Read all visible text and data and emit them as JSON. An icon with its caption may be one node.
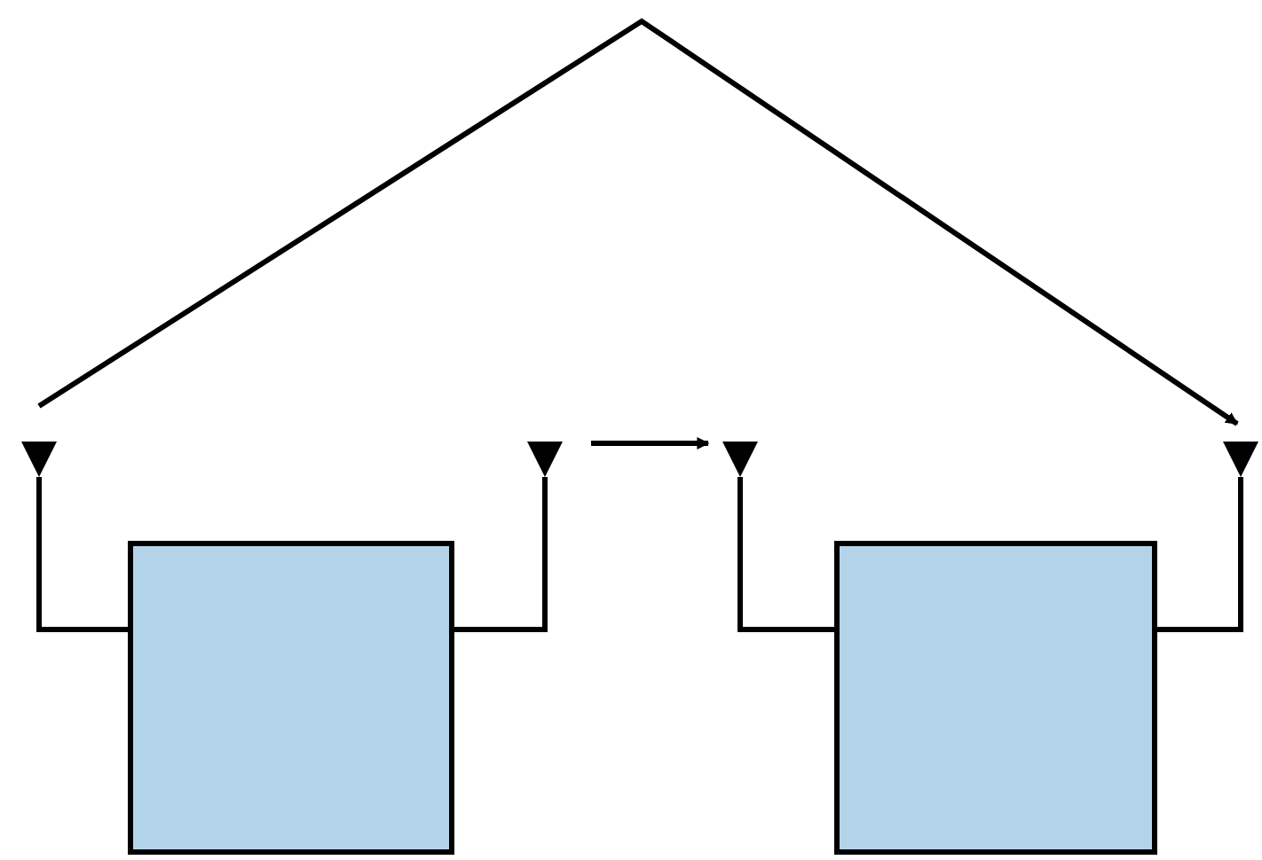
{
  "diagram": {
    "nodes": [
      {
        "text": [],
        "shape": "antenna"
      },
      {
        "text": [],
        "shape": "box"
      },
      {
        "text": [],
        "shape": "antenna"
      },
      {
        "text": [],
        "shape": "antenna"
      },
      {
        "text": [],
        "shape": "box"
      },
      {
        "text": [],
        "shape": "antenna"
      }
    ],
    "edges": [
      {
        "from": 0,
        "to": 1,
        "arrow": "none"
      },
      {
        "from": 1,
        "to": 2,
        "arrow": "none"
      },
      {
        "from": 2,
        "to": 3,
        "arrow": "to"
      },
      {
        "from": 3,
        "to": 4,
        "arrow": "none"
      },
      {
        "from": 4,
        "to": 5,
        "arrow": "none"
      },
      {
        "from": 0,
        "to": 5,
        "arrow": "to"
      }
    ]
  }
}
